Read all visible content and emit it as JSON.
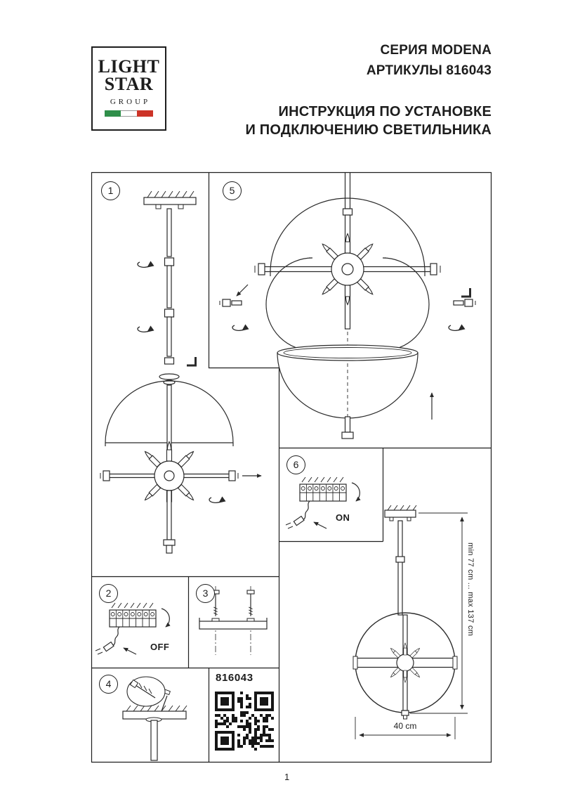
{
  "page": {
    "background": "#ffffff",
    "ink": "#1d1d1d",
    "line_color": "#2a2a2a"
  },
  "logo": {
    "line1": "LIGHT",
    "line2": "STAR",
    "line3": "GROUP",
    "flag_green": "#2f8f4a",
    "flag_white": "#ffffff",
    "flag_red": "#cc3327"
  },
  "header": {
    "series": "СЕРИЯ MODENA",
    "articles": "АРТИКУЛЫ 816043",
    "instruction_line1": "ИНСТРУКЦИЯ ПО УСТАНОВКЕ",
    "instruction_line2": "И ПОДКЛЮЧЕНИЮ СВЕТИЛЬНИКА"
  },
  "steps": {
    "s1": "1",
    "s2": "2",
    "s3": "3",
    "s4": "4",
    "s5": "5",
    "s6": "6"
  },
  "labels": {
    "on": "ON",
    "off": "OFF"
  },
  "dimensions": {
    "height_range": "min 77 cm ... max 137 cm",
    "diameter": "40 cm"
  },
  "footer": {
    "article_code": "816043",
    "page_number": "1"
  }
}
